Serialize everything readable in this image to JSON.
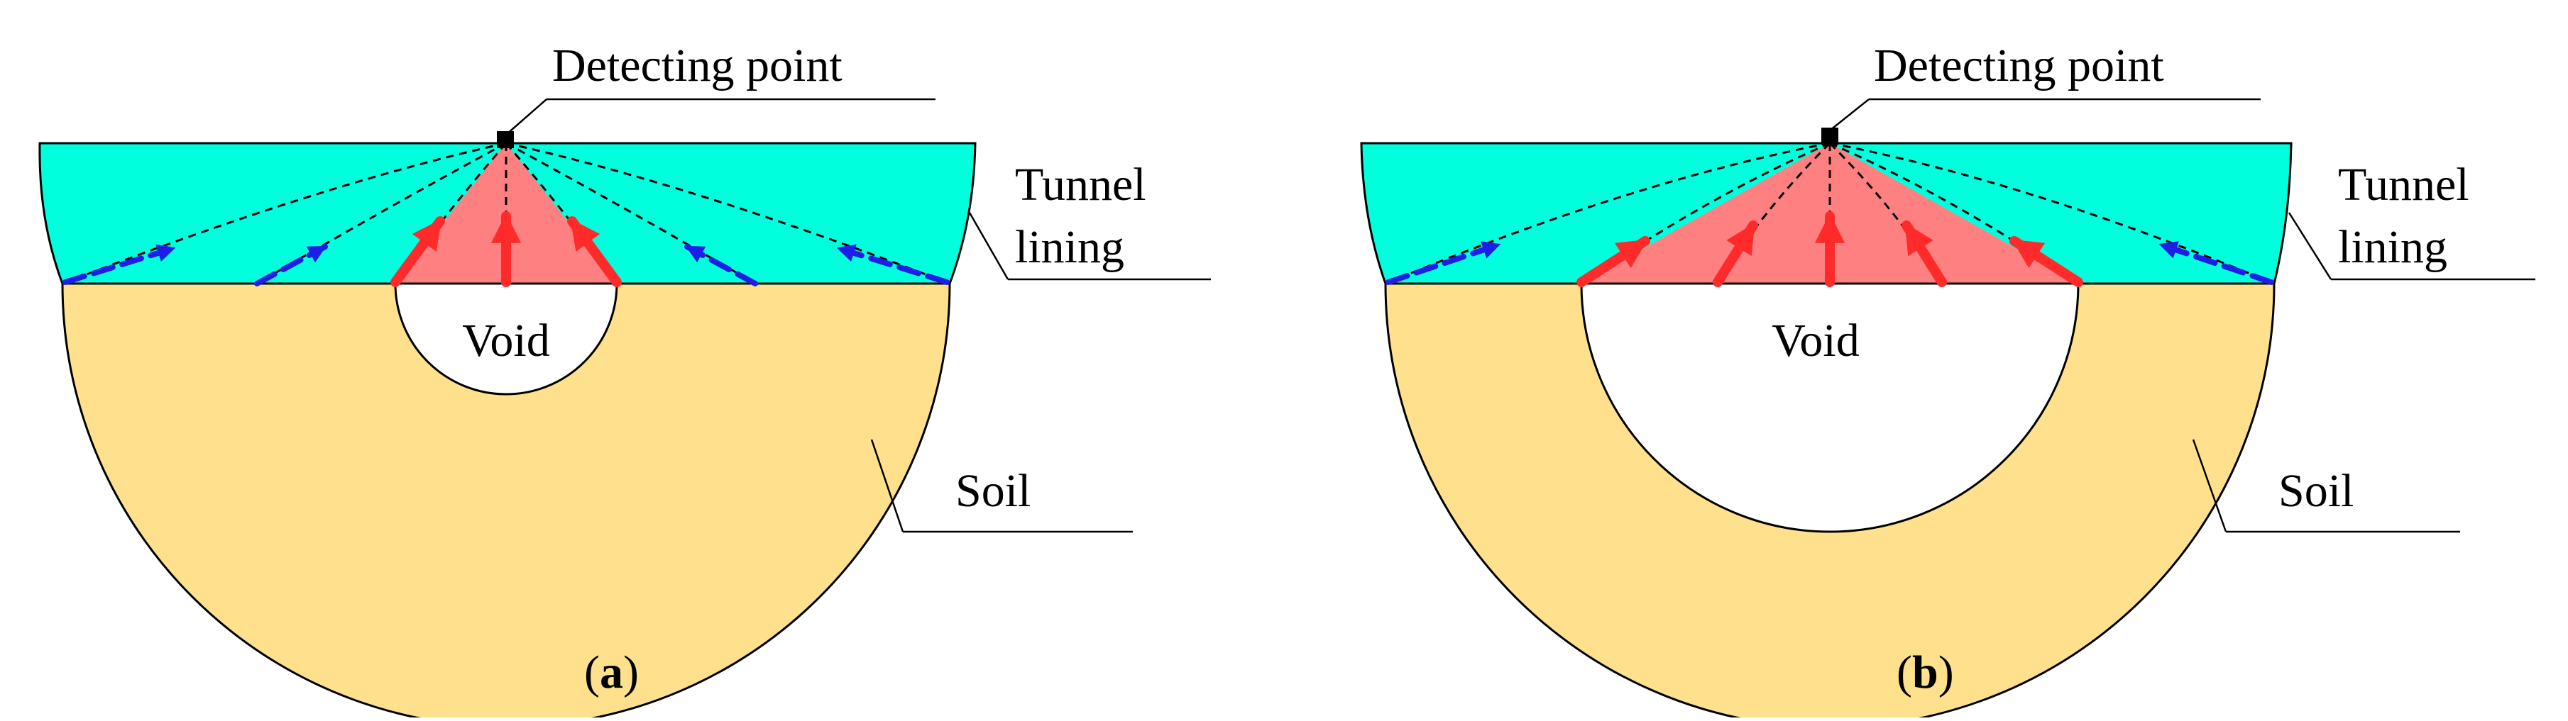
{
  "panels": [
    {
      "id": "a",
      "caption_letter": "a",
      "labels": {
        "detecting_point": "Detecting point",
        "tunnel_lining_line1": "Tunnel",
        "tunnel_lining_line2": "lining",
        "void": "Void",
        "soil": "Soil"
      }
    },
    {
      "id": "b",
      "caption_letter": "b",
      "labels": {
        "detecting_point": "Detecting point",
        "tunnel_lining_line1": "Tunnel",
        "tunnel_lining_line2": "lining",
        "void": "Void",
        "soil": "Soil"
      }
    }
  ],
  "colors": {
    "lining": "#00FFDD",
    "soil": "#FFE08C",
    "void": "#FFFFFF",
    "reflection_zone": "#FF8080",
    "reflected_arrows": "#FF2A2A",
    "transmitted_arrows": "#1E1EE6",
    "outline": "#000000"
  }
}
